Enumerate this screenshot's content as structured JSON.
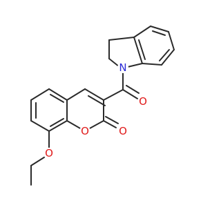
{
  "molecule": {
    "atom_labels": {
      "ring_oxygen": "O",
      "carbonyl_oxygen_lactone": "O",
      "carbonyl_oxygen_amide": "O",
      "ether_oxygen": "O",
      "indoline_nitrogen": "N"
    },
    "colors": {
      "bond": "#2a2a2a",
      "oxygen": "#e01a1a",
      "nitrogen": "#2a2ad6"
    }
  }
}
